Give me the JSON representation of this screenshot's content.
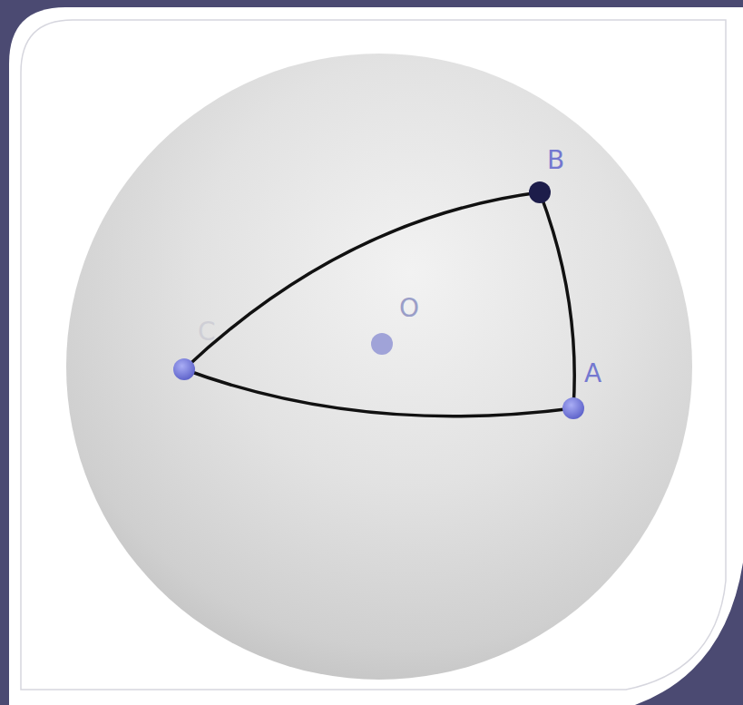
{
  "diagram": {
    "labels": [
      "B",
      "O",
      "C",
      "A"
    ]
  }
}
